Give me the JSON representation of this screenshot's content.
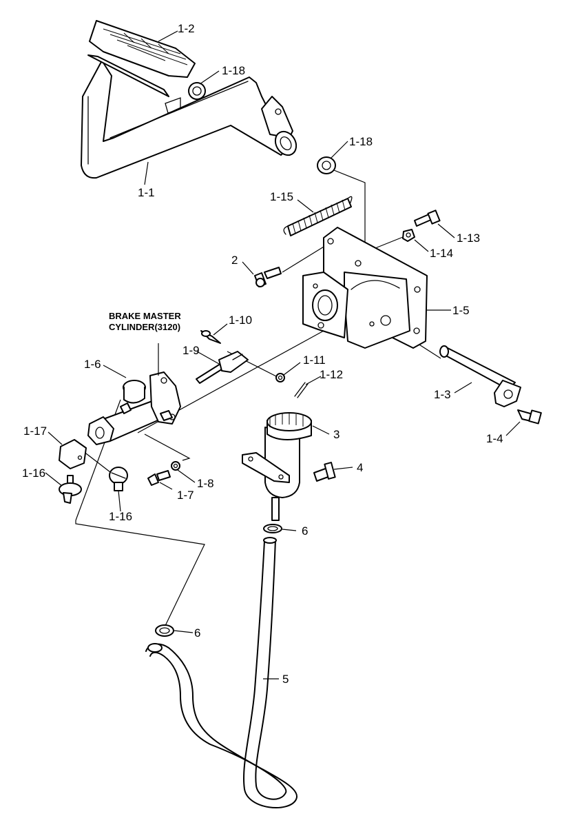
{
  "labels": {
    "l1_1": "1-1",
    "l1_2": "1-2",
    "l1_3": "1-3",
    "l1_4": "1-4",
    "l1_5": "1-5",
    "l1_6": "1-6",
    "l1_7": "1-7",
    "l1_8": "1-8",
    "l1_9": "1-9",
    "l1_10": "1-10",
    "l1_11": "1-11",
    "l1_12": "1-12",
    "l1_13": "1-13",
    "l1_14": "1-14",
    "l1_15": "1-15",
    "l1_16a": "1-16",
    "l1_16b": "1-16",
    "l1_17": "1-17",
    "l1_18a": "1-18",
    "l1_18b": "1-18",
    "l2": "2",
    "l3": "3",
    "l4": "4",
    "l5": "5",
    "l6a": "6",
    "l6b": "6"
  },
  "note": {
    "line1": "BRAKE MASTER",
    "line2": "CYLINDER(3120)"
  }
}
